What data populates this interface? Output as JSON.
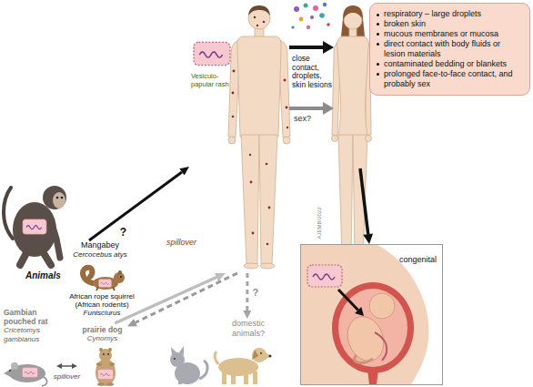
{
  "diagram": {
    "nodes": [
      {
        "text": [
          "Vesiculo-papular rash"
        ]
      },
      {
        "text": [
          "respiratory – large droplets",
          "broken skin",
          "mucous membranes or mucosa",
          "direct contact with body fluids or lesion materials",
          "contaminated bedding or blankets",
          "prolonged face-to-face contact, and probably sex"
        ]
      },
      {
        "text": [
          "Mangabey",
          "Cercocebus atys"
        ]
      },
      {
        "text": [
          "African rope squirrel",
          "(African rodents)",
          "Funisciurus"
        ]
      },
      {
        "text": [
          "congenital"
        ]
      },
      {
        "text": [
          "Gambian pouched rat",
          "Cricetomys gambianus"
        ]
      },
      {
        "text": [
          "prairie dog",
          "Cynomys"
        ]
      },
      {
        "text": [
          "domestic animals?"
        ]
      }
    ],
    "edges": [
      {
        "from": 2,
        "to": 0,
        "arrow": "to",
        "label": "?"
      },
      {
        "from": 5,
        "to": 6,
        "arrow": "both",
        "label": "spillover"
      },
      {
        "from": 6,
        "to": 0,
        "arrow": "to"
      },
      {
        "from": 0,
        "to": 6,
        "arrow": "to"
      },
      {
        "from": 0,
        "to": 7,
        "arrow": "to",
        "label": "?"
      }
    ],
    "labels": [
      "close contact, droplets, skin lesions",
      "sex?",
      "spillover",
      "Animals",
      "AJEMB/2022"
    ]
  }
}
